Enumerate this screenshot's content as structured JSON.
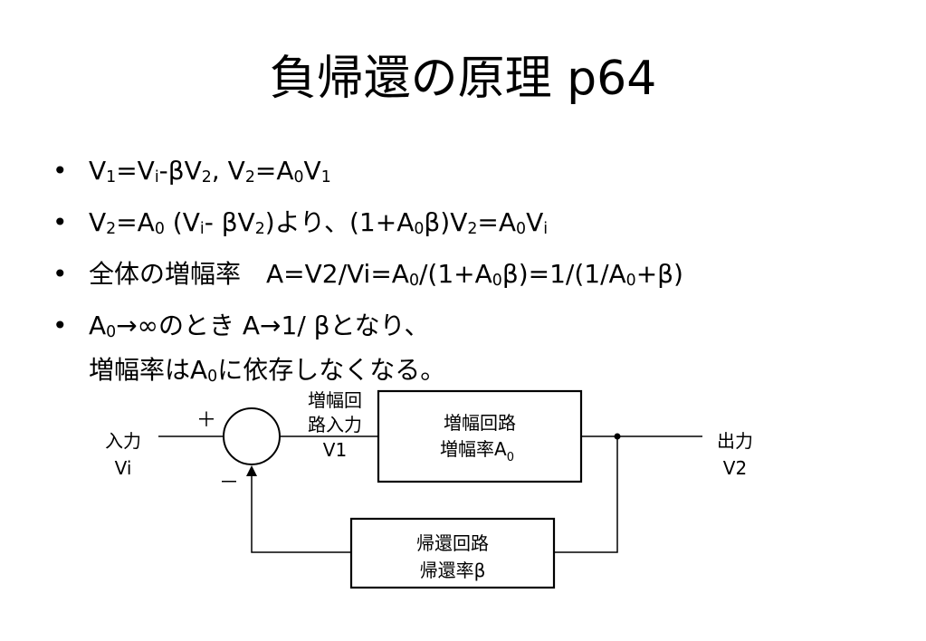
{
  "title": "負帰還の原理 p64",
  "bullet_symbol": "•",
  "bullets": [
    {
      "lines": [
        [
          {
            "t": "V"
          },
          {
            "s": "1"
          },
          {
            "t": "=V"
          },
          {
            "s": "i"
          },
          {
            "t": "-βV"
          },
          {
            "s": "2"
          },
          {
            "t": ", V"
          },
          {
            "s": "2"
          },
          {
            "t": "=A"
          },
          {
            "s": "0"
          },
          {
            "t": "V"
          },
          {
            "s": "1"
          }
        ]
      ]
    },
    {
      "lines": [
        [
          {
            "t": "V"
          },
          {
            "s": "2"
          },
          {
            "t": "=A"
          },
          {
            "s": "0"
          },
          {
            "t": " (V"
          },
          {
            "s": "i"
          },
          {
            "t": "- βV"
          },
          {
            "s": "2"
          },
          {
            "t": ")より、(1+A"
          },
          {
            "s": "0"
          },
          {
            "t": "β)V"
          },
          {
            "s": "2"
          },
          {
            "t": "=A"
          },
          {
            "s": "0"
          },
          {
            "t": "V"
          },
          {
            "s": "i"
          }
        ]
      ]
    },
    {
      "lines": [
        [
          {
            "t": "全体の増幅率　A=V2/Vi=A"
          },
          {
            "s": "0"
          },
          {
            "t": "/(1+A"
          },
          {
            "s": "0"
          },
          {
            "t": "β)=1/(1/A"
          },
          {
            "s": "0"
          },
          {
            "t": "+β)"
          }
        ]
      ]
    },
    {
      "lines": [
        [
          {
            "t": "A"
          },
          {
            "s": "0"
          },
          {
            "t": "→∞のとき A→1/ βとなり、"
          }
        ],
        [
          {
            "t": "増幅率はA"
          },
          {
            "s": "0"
          },
          {
            "t": "に依存しなくなる。"
          }
        ]
      ]
    }
  ],
  "diagram": {
    "input_label": "入力",
    "input_symbol": "Vi",
    "plus_sign": "＋",
    "minus_sign": "－",
    "amp_input_label_line1": "増幅回",
    "amp_input_label_line2": "路入力",
    "amp_input_symbol": "V1",
    "amp_block_line1": "増幅回路",
    "amp_block_line2_text": "増幅率A",
    "amp_block_line2_sub": "0",
    "output_label": "出力",
    "output_symbol": "V2",
    "feedback_block_line1": "帰還回路",
    "feedback_block_line2": "帰還率β"
  }
}
